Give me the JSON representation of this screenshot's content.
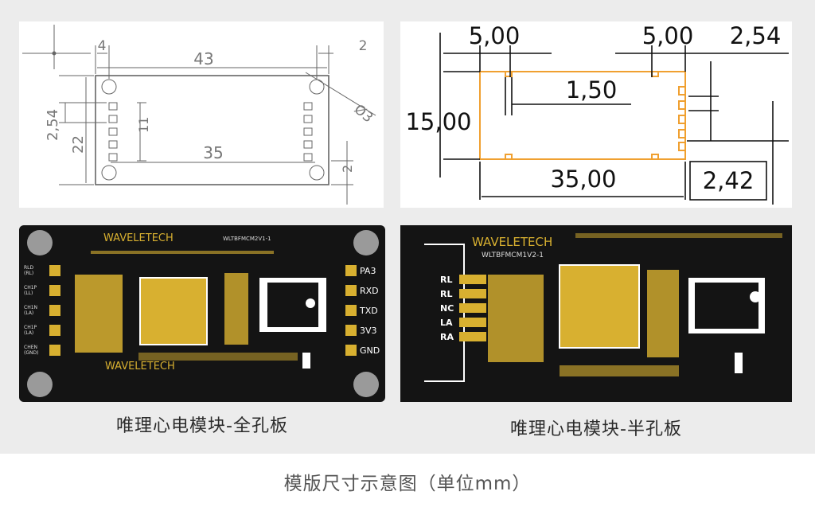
{
  "colors": {
    "panel_bg": "#ececec",
    "drawing_line": "#555555",
    "outline_orange": "#f0a030",
    "pcb_black": "#141414",
    "pcb_gold": "#d8b030",
    "silkscreen": "#ffffff"
  },
  "left_drawing": {
    "dims": {
      "width": "43",
      "hole_inset": "4",
      "hole_inset_right": "2",
      "hole_diameter": "Ø3",
      "height": "22",
      "pitch": "2,54",
      "pin_span": "11",
      "pad_offset": "2",
      "hole_span": "35"
    }
  },
  "right_drawing": {
    "dims": {
      "top_left": "5,00",
      "top_right": "5,00",
      "pitch": "2,54",
      "pad_width": "1,50",
      "height": "15,00",
      "width": "35,00",
      "bottom_right": "2,42"
    }
  },
  "full_hole_board": {
    "brand": "WAVELETECH",
    "model": "WLTBFMCM2V1-1",
    "left_pins": [
      [
        "RLD",
        "(RL)"
      ],
      [
        "CH1P",
        "(LL)"
      ],
      [
        "CH1N",
        "(LA)"
      ],
      [
        "CH1P",
        "(LA)"
      ],
      [
        "CHEN",
        "(GND)"
      ]
    ],
    "right_pins": [
      "PA3",
      "RXD",
      "TXD",
      "3V3",
      "GND"
    ]
  },
  "half_hole_board": {
    "brand": "WAVELETECH",
    "model": "WLTBFMCM1V2-1",
    "pins": [
      "RL",
      "RL",
      "NC",
      "LA",
      "RA"
    ]
  },
  "captions": {
    "full_hole": "唯理心电模块-全孔板",
    "half_hole": "唯理心电模块-半孔板",
    "bottom": "模版尺寸示意图（单位mm）"
  }
}
